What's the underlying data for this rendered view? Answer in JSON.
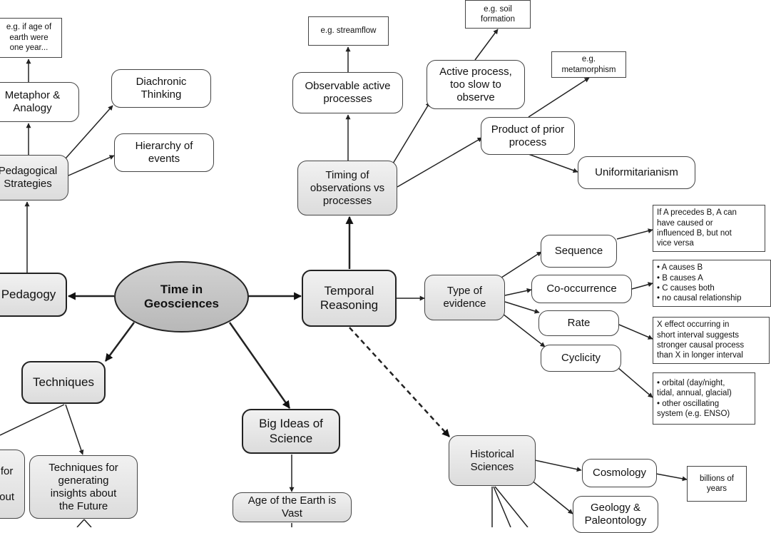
{
  "nodes": {
    "center": "Time in\nGeosciences",
    "pedagogy": "Pedagogy",
    "pedagogical_strategies": "Pedagogical\nStrategies",
    "metaphor": "Metaphor &\nAnalogy",
    "eg_age_earth": "e.g. if age of\nearth were\none year...",
    "diachronic": "Diachronic\nThinking",
    "hierarchy": "Hierarchy of\nevents",
    "techniques": "Techniques",
    "techniques_future": "Techniques for\ngenerating\ninsights  about\nthe Future",
    "partial_left": "for\n\nout",
    "big_ideas": "Big Ideas of\nScience",
    "age_vast": "Age of the Earth is\nVast",
    "temporal_reasoning": "Temporal\nReasoning",
    "timing": "Timing of\nobservations vs\nprocesses",
    "observable": "Observable active\nprocesses",
    "eg_streamflow": "e.g. streamflow",
    "active_slow": "Active process,\ntoo slow to\nobserve",
    "eg_soil": "e.g. soil\nformation",
    "product_prior": "Product of prior\nprocess",
    "eg_metamorphism": "e.g.\nmetamorphism",
    "uniformitarianism": "Uniformitarianism",
    "type_evidence": "Type of\nevidence",
    "sequence": "Sequence",
    "sequence_note": "If A precedes B, A can\nhave caused or\ninfluenced B, but not\nvice versa",
    "cooccurrence": "Co-occurrence",
    "cooccurrence_note": "•  A causes B\n•  B causes A\n•  C causes both\n•  no causal relationship",
    "rate": "Rate",
    "rate_note": "X effect occurring in\nshort interval suggests\nstronger causal process\nthan X in longer interval",
    "cyclicity": "Cyclicity",
    "cyclicity_note": "• orbital (day/night,\ntidal, annual, glacial)\n• other oscillating\nsystem (e.g. ENSO)",
    "historical": "Historical\nSciences",
    "cosmology": "Cosmology",
    "billions": "billions of\nyears",
    "geology": "Geology &\nPaleontology"
  },
  "colors": {
    "line": "#222222",
    "node_fill": "#e4e4e4",
    "center_fill": "#c4c4c4"
  }
}
